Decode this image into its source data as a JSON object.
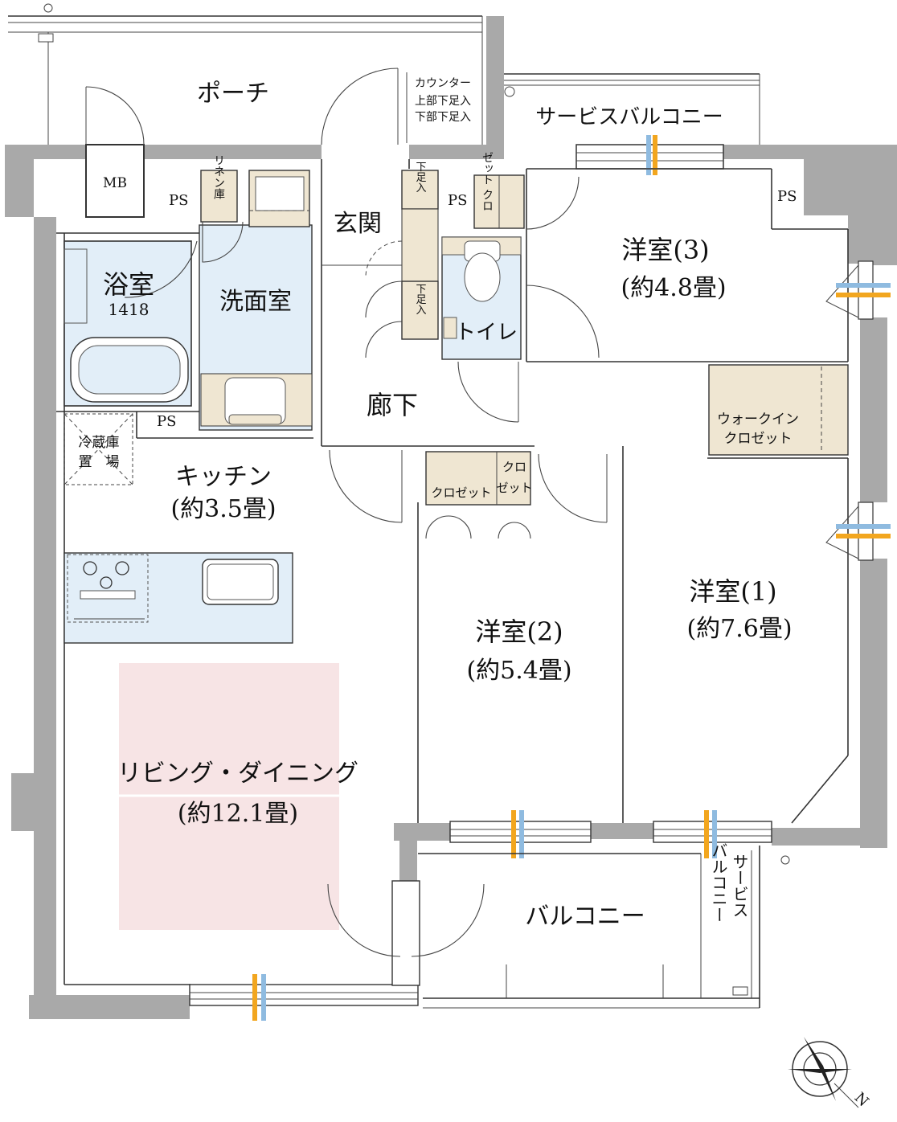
{
  "rooms": {
    "porch": "ポーチ",
    "mb": "MB",
    "ps": "PS",
    "linen": "リネン庫",
    "bath": "浴室",
    "bath_size": "1418",
    "washroom": "洗面室",
    "entrance": "玄関",
    "shoe_upper": "下足入",
    "shoe_lower": "下足入",
    "counter_note": [
      "カウンター",
      "上部下足入",
      "下部下足入"
    ],
    "closet_small": "ゼット クロ",
    "toilet": "トイレ",
    "corridor": "廊下",
    "western3": "洋室(3)",
    "western3_size": "(約4.8畳)",
    "service_balcony_top": "サービスバルコニー",
    "walkin": [
      "ウォークイン",
      "クロゼット"
    ],
    "fridge": [
      "冷蔵庫",
      "置　場"
    ],
    "kitchen": "キッチン",
    "kitchen_size": "(約3.5畳)",
    "closet": "クロゼット",
    "closet2": [
      "クロ",
      "ゼット"
    ],
    "western2": "洋室(2)",
    "western2_size": "(約5.4畳)",
    "western1": "洋室(1)",
    "western1_size": "(約7.6畳)",
    "living": "リビング・ダイニング",
    "living_size": "(約12.1畳)",
    "balcony": "バルコニー",
    "service_balcony_side": [
      "サービス",
      "バルコニー"
    ],
    "compass": "N"
  },
  "colors": {
    "wall": "#a9a9a9",
    "wet_area": "#e2eef8",
    "storage": "#efe6d2",
    "living_highlight": "#f7e4e5",
    "window_airflow_orange": "#f2a61f",
    "window_airflow_blue": "#8fbbe0"
  }
}
